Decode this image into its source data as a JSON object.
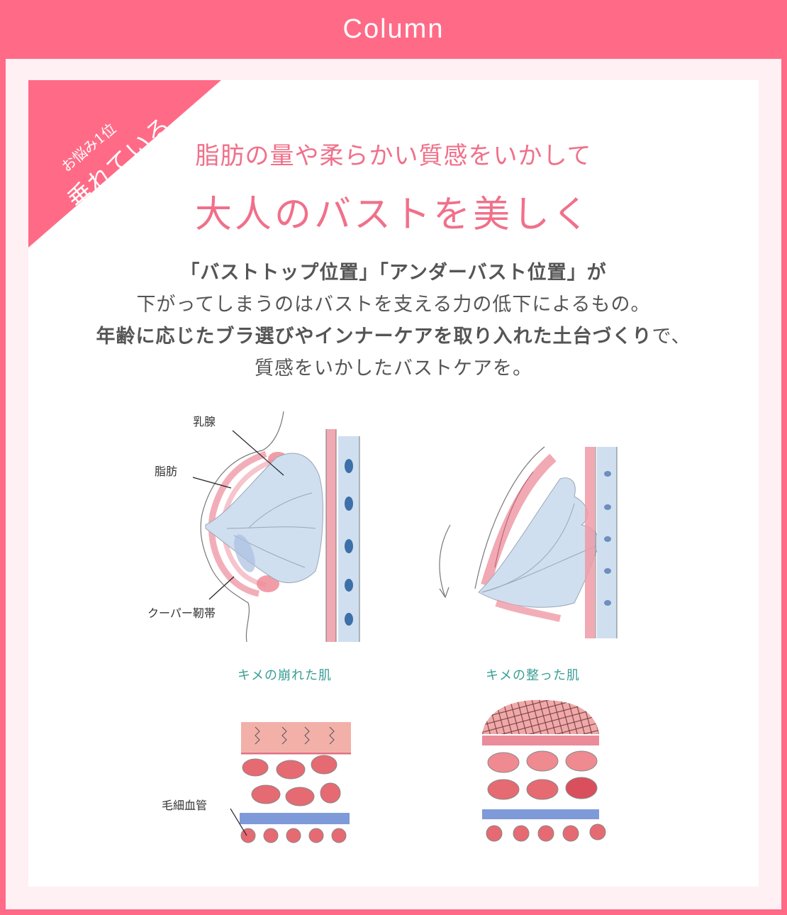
{
  "header": {
    "title": "Column",
    "bg_color": "#ff6b87"
  },
  "badge": {
    "small_text": "お悩み1位",
    "large_text": "垂れている",
    "color": "#ff6b87"
  },
  "headline": {
    "sub": "脂肪の量や柔らかい質感をいかして",
    "main": "大人のバストを美しく",
    "color": "#f0708a"
  },
  "body": {
    "line1": "「バストトップ位置」「アンダーバスト位置」が",
    "line2": "下がってしまうのはバストを支える力の低下によるもの。",
    "line3_bold": "年齢に応じたブラ選びやインナーケアを取り入れた土台づくり",
    "line3_tail": "で、",
    "line4": "質感をいかしたバストケアを。"
  },
  "illustrations": {
    "breast_diagram": {
      "labels": {
        "mammary_gland": "乳腺",
        "fat": "脂肪",
        "cooper_ligament": "クーパー靭帯"
      }
    },
    "sagging_diagram": {
      "arrow": "down-arrow"
    },
    "skin_rough": {
      "caption": "キメの崩れた肌",
      "capillary_label": "毛細血管"
    },
    "skin_smooth": {
      "caption": "キメの整った肌"
    },
    "colors": {
      "pink": "#e88a98",
      "blue": "#b9cde6",
      "teal": "#3a9e96"
    }
  }
}
